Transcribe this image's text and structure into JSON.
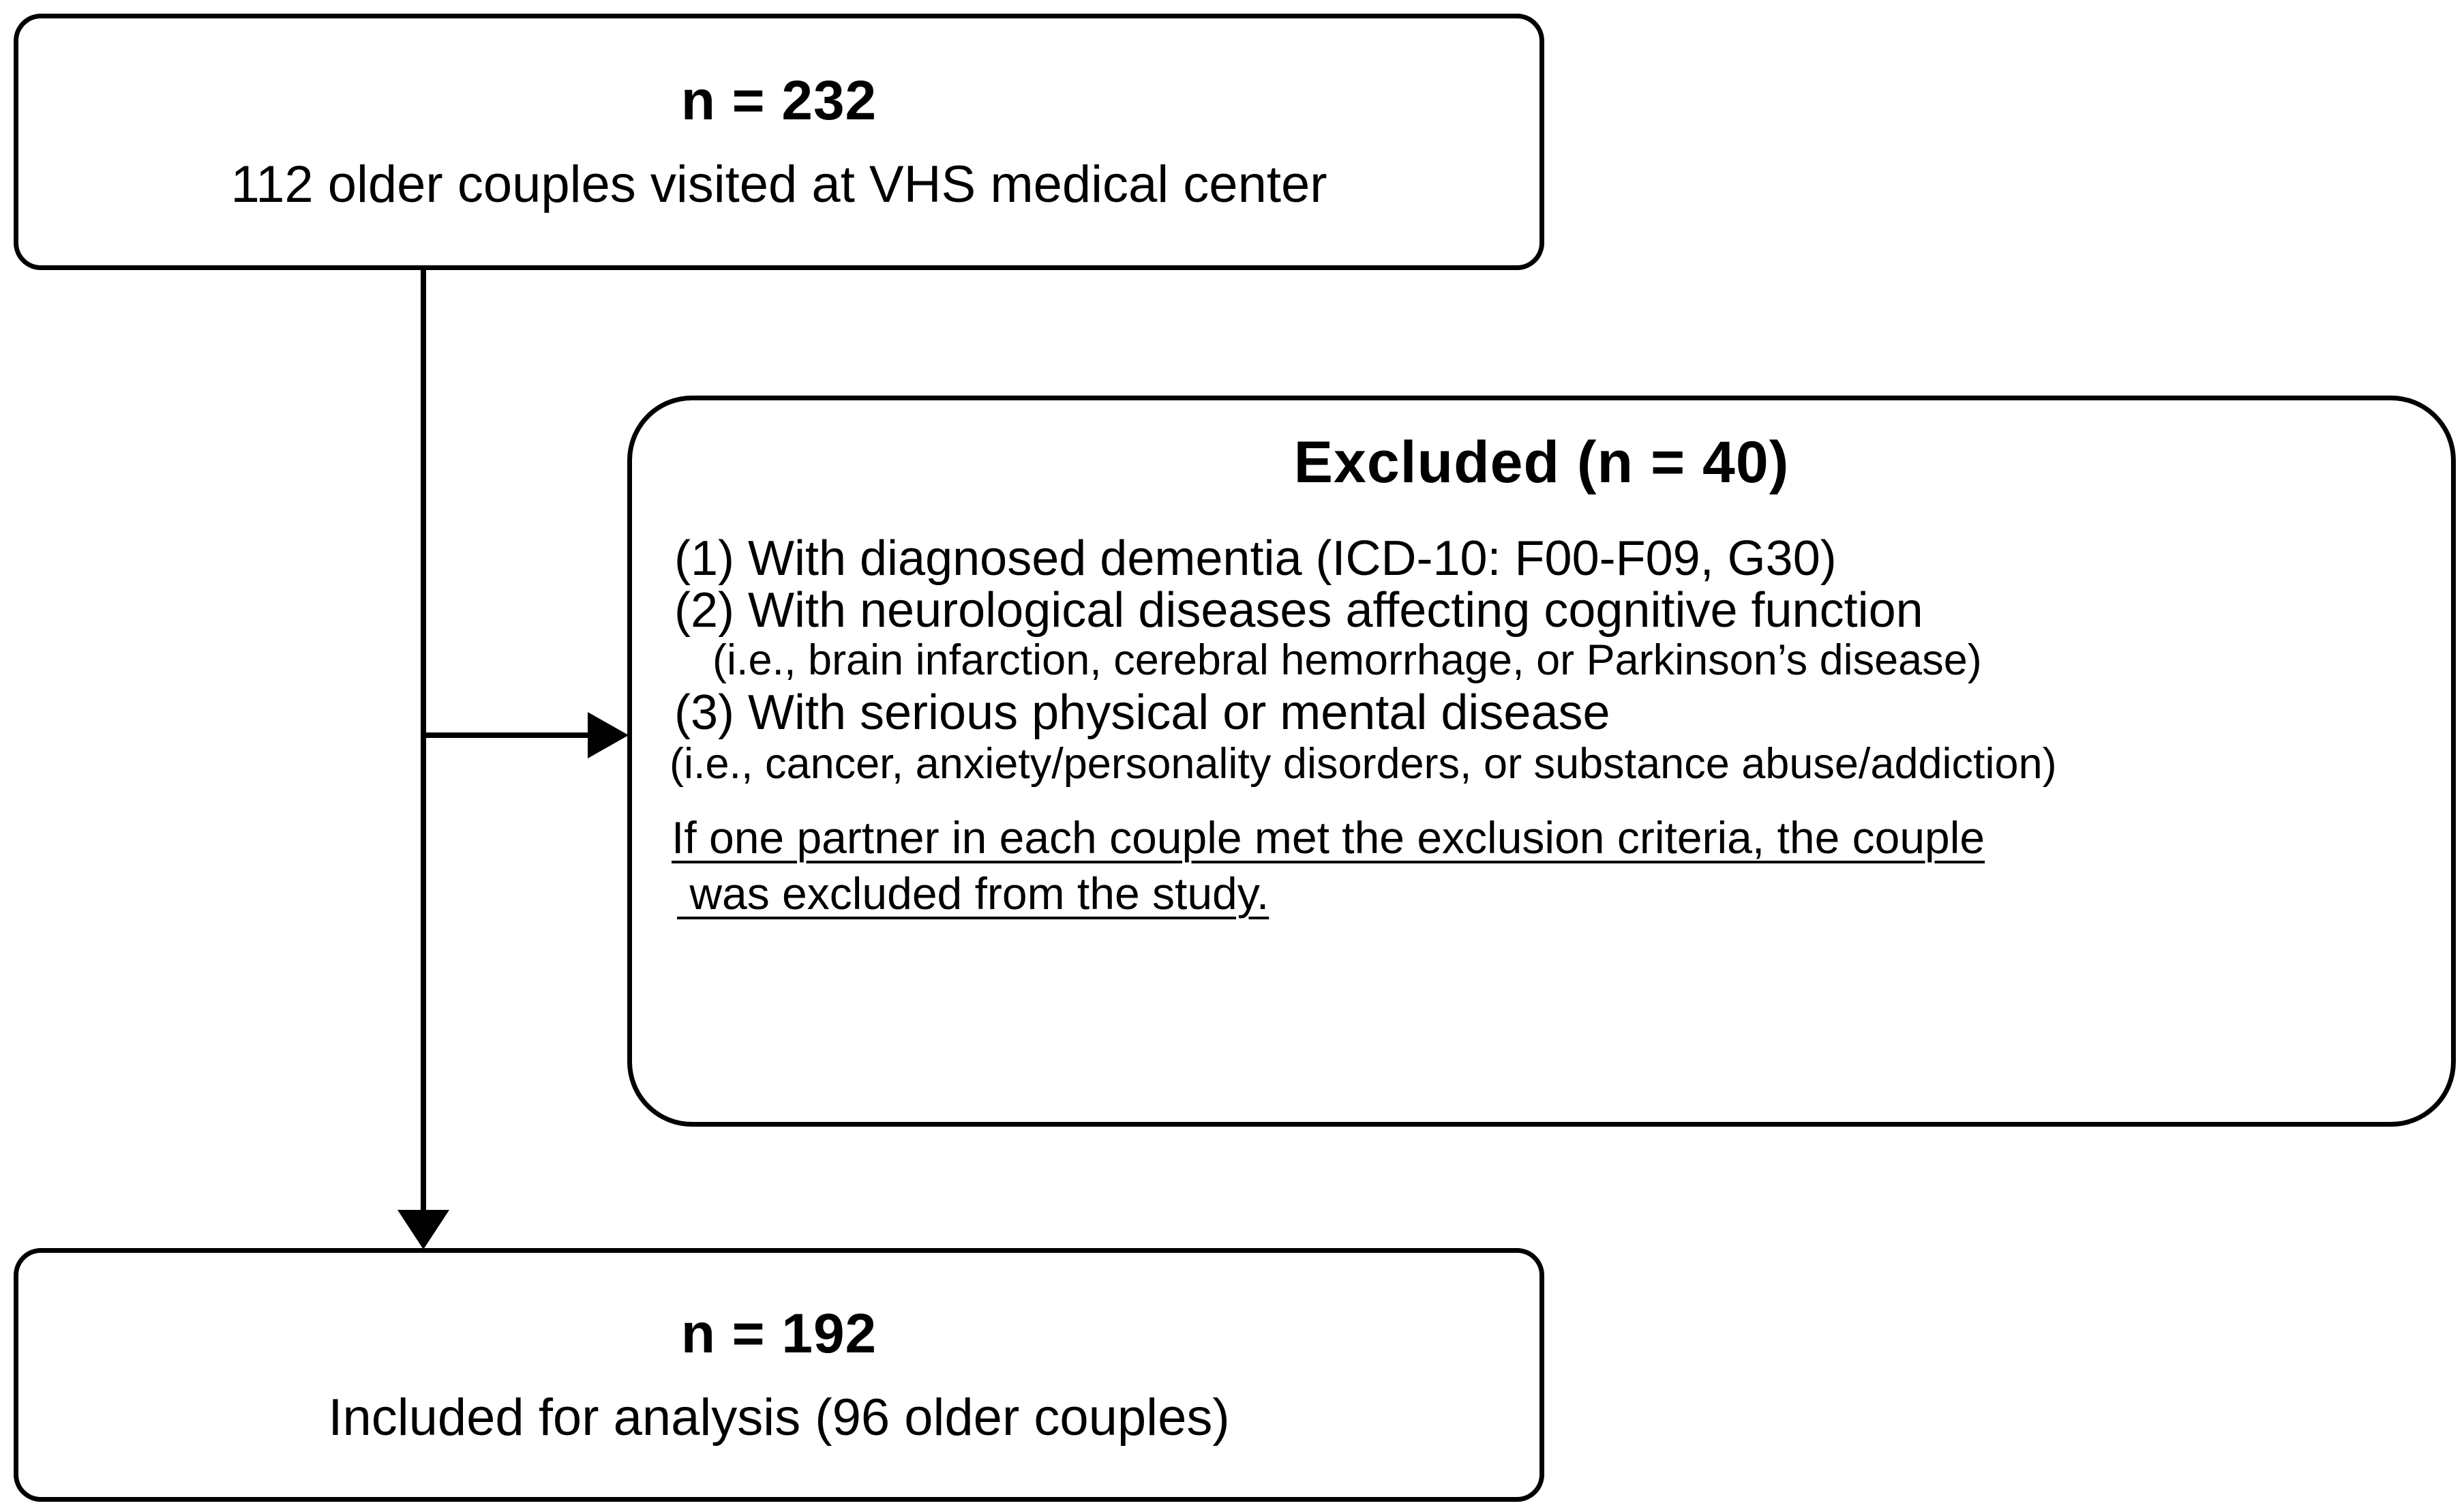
{
  "diagram": {
    "type": "flowchart",
    "title": "Participant flow diagram",
    "stroke_color": "#000000",
    "background_color": "#ffffff",
    "nodes": {
      "enrolled": {
        "n_label": "n = 232",
        "description": "112 older couples visited at VHS medical center"
      },
      "excluded": {
        "title": "Excluded (n = 40)",
        "criteria": [
          "(1) With diagnosed dementia (ICD-10: F00-F09, G30)",
          "(2) With neurological diseases affecting cognitive function",
          "(i.e., brain infarction, cerebral hemorrhage, or Parkinson’s disease)",
          "(3) With serious physical or mental disease",
          "(i.e., cancer, anxiety/personality disorders, or substance abuse/addiction)"
        ],
        "note": [
          "If one partner in each couple met the exclusion criteria, the couple",
          " was excluded from the study."
        ]
      },
      "included": {
        "n_label": "n = 192",
        "description": "Included for analysis (96 older couples)"
      }
    },
    "connectors": {
      "enrolled_to_excluded": "arrow-right",
      "enrolled_to_included": "arrow-down"
    }
  }
}
